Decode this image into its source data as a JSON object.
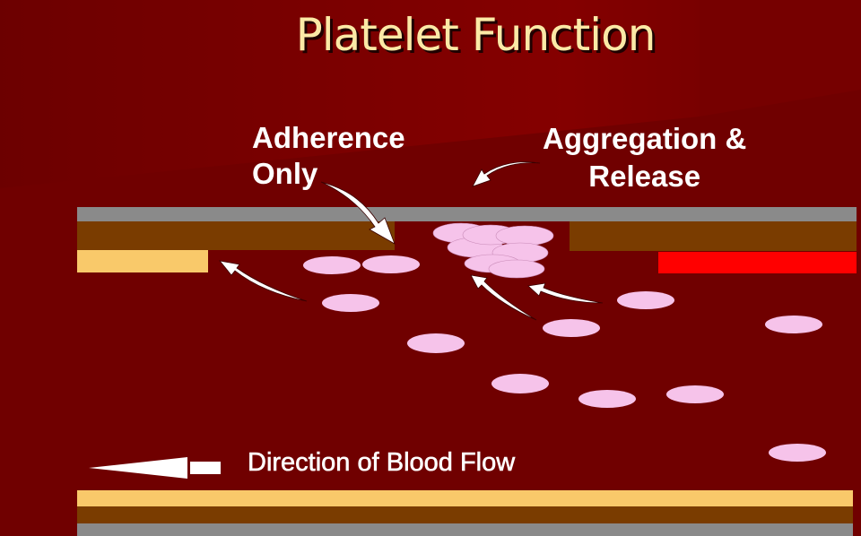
{
  "title": "Platelet Function",
  "labels": {
    "adherence_line1": "Adherence",
    "adherence_line2": "Only",
    "aggregation_line1": "Aggregation &",
    "aggregation_line2": "Release",
    "flow": "Direction of Blood Flow"
  },
  "colors": {
    "background": "#720000",
    "title_text": "#fbe9a6",
    "label_text": "#ffffff",
    "vessel_wall_gray": "#8a8a8a",
    "vessel_wall_brown": "#7a3c00",
    "endothelium_tan": "#f9c96a",
    "collagen_red": "#ff0000",
    "platelet_pink": "#f6c3ea",
    "arrow_white": "#ffffff"
  },
  "icons": {
    "flow_arrow": "left-arrow-icon",
    "curved_arrows": "curved-arrow-icon"
  }
}
